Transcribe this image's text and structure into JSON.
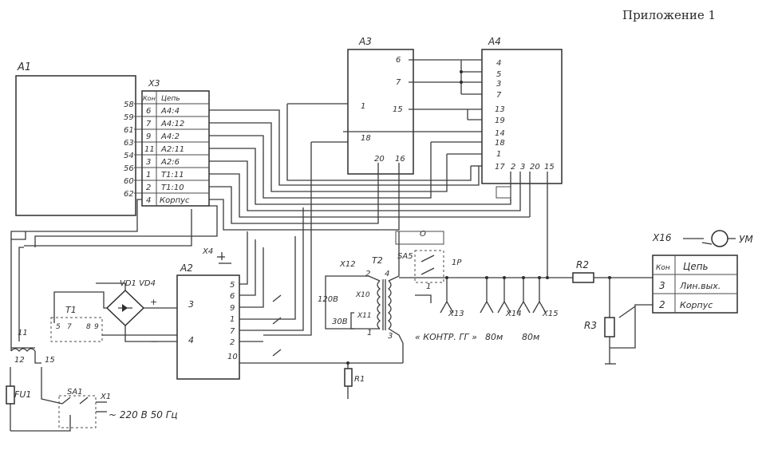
{
  "page": {
    "appendix_label": "Приложение  1"
  },
  "blocks": {
    "a1": "A1",
    "a2": "A2",
    "a3": "A3",
    "a4": "A4",
    "x3": "X3",
    "x4": "X4",
    "x10": "X10",
    "x11": "X11",
    "x12": "X12",
    "x13": "X13",
    "x14": "X14",
    "x15": "X15",
    "x16": "X16",
    "um": "УМ",
    "t1": "T1",
    "t2": "T2",
    "sa5": "SA5",
    "sa1": "SA1",
    "fu1": "FU1",
    "vd1vd4": "VD1  VD4",
    "r1": "R1",
    "r2": "R2",
    "r3": "R3",
    "x1": "X1"
  },
  "a1_pins": [
    "58",
    "59",
    "61",
    "63",
    "54",
    "56",
    "60",
    "62"
  ],
  "x3_table": {
    "header": [
      "Кон",
      "Цепь"
    ],
    "rows": [
      [
        "6",
        "А4:4"
      ],
      [
        "7",
        "А4:12"
      ],
      [
        "9",
        "А4:2"
      ],
      [
        "11",
        "А2:11"
      ],
      [
        "3",
        "А2:6"
      ],
      [
        "1",
        "Т1:11"
      ],
      [
        "2",
        "Т1:10"
      ],
      [
        "4",
        "Корпус"
      ]
    ]
  },
  "a3_pins": {
    "right": [
      "6",
      "7",
      "15"
    ],
    "left": [
      "1",
      "18"
    ],
    "bottom": [
      "20",
      "16"
    ]
  },
  "a4_pins": {
    "left": [
      "4",
      "5",
      "3",
      "7",
      "13",
      "19",
      "14",
      "18",
      "1",
      "17"
    ],
    "bottom": [
      "2",
      "3",
      "20",
      "15"
    ]
  },
  "a2_pins": {
    "left": [
      "3",
      "4"
    ],
    "right": [
      "5",
      "6",
      "9",
      "1",
      "7",
      "2",
      "10"
    ]
  },
  "t2_labels": {
    "pins_top": [
      "2",
      "4"
    ],
    "pins_bottom": [
      "1",
      "3"
    ],
    "tap_120": "120В",
    "tap_30": "30В",
    "pos_1p": "1Р",
    "pos_1": "1"
  },
  "t1_labels": {
    "pins": [
      "5",
      "7",
      "8",
      "9"
    ],
    "p11": "11",
    "p12": "12",
    "p15": "15"
  },
  "captions": {
    "mains": "~ 220 В 50 Гц",
    "contr_gen": "« КОНТР. ГГ »",
    "ohm80_a": "80м",
    "ohm80_b": "80м",
    "sw_o": "О",
    "bridge_plus": "+",
    "bridge_minus": "−"
  },
  "x16_table": {
    "header": [
      "Кон",
      "Цепь"
    ],
    "rows": [
      [
        "3",
        "Лин.вых."
      ],
      [
        "2",
        "Корпус"
      ]
    ]
  }
}
